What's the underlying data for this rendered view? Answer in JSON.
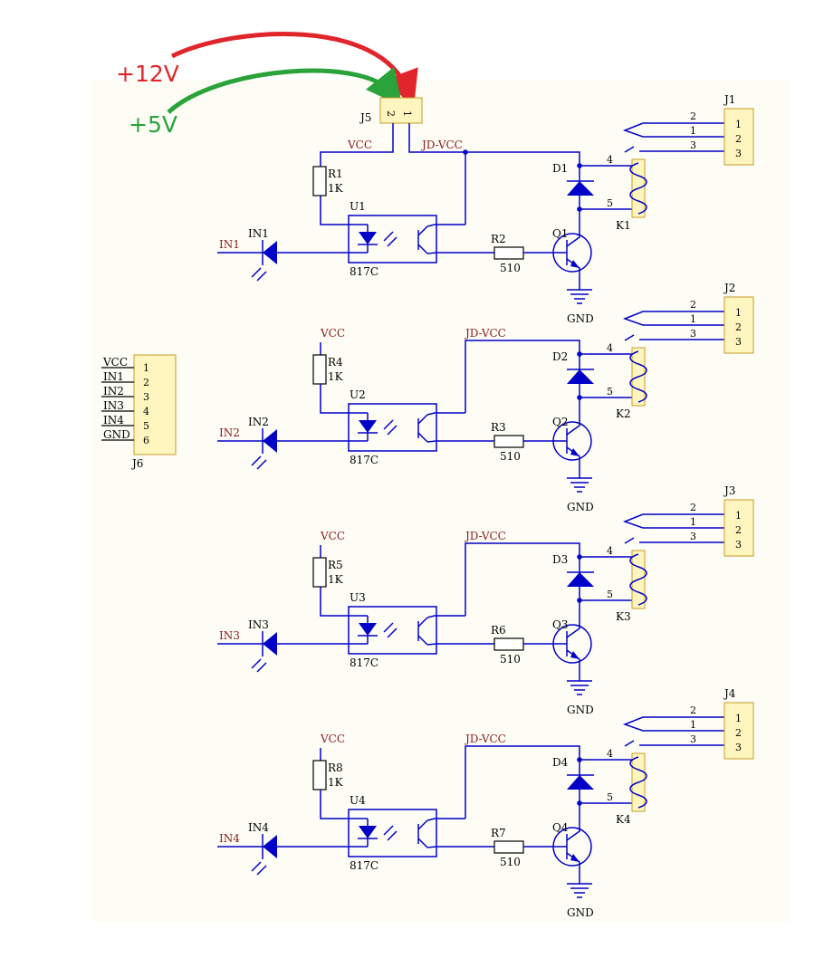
{
  "annotations": {
    "v12": {
      "text": "+12V",
      "color": "#e0262c"
    },
    "v5": {
      "text": "+5V",
      "color": "#2aa33a"
    }
  },
  "colors": {
    "wire": "#0000c8",
    "component_fill": "#fff6bf",
    "component_stroke": "#c79a24",
    "net_label": "#8b1a1a",
    "canvas": "#fdfdf6"
  },
  "supply": {
    "connector": "J5",
    "pin2": "2",
    "pin1": "1",
    "vcc_label": "VCC",
    "jdvcc_label": "JD-VCC"
  },
  "input_header": {
    "ref": "J6",
    "nets": [
      "VCC",
      "IN1",
      "IN2",
      "IN3",
      "IN4",
      "GND"
    ],
    "pins": [
      "1",
      "2",
      "3",
      "4",
      "5",
      "6"
    ]
  },
  "channels": [
    {
      "input": "IN1",
      "led": "IN1",
      "pullup": "R1",
      "pullup_value": "1K",
      "opto": "U1",
      "opto_part": "817C",
      "base_r": "R2",
      "base_value": "510",
      "transistor": "Q1",
      "diode": "D1",
      "relay": "K1",
      "connector": "J1",
      "vcc": "VCC",
      "jdvcc": "JD-VCC",
      "gnd": "GND",
      "coil_pins": [
        "4",
        "5"
      ],
      "contact_pins": [
        "2",
        "1",
        "3"
      ],
      "terminal_pins": [
        "1",
        "2",
        "3"
      ]
    },
    {
      "input": "IN2",
      "led": "IN2",
      "pullup": "R4",
      "pullup_value": "1K",
      "opto": "U2",
      "opto_part": "817C",
      "base_r": "R3",
      "base_value": "510",
      "transistor": "Q2",
      "diode": "D2",
      "relay": "K2",
      "connector": "J2",
      "vcc": "VCC",
      "jdvcc": "JD-VCC",
      "gnd": "GND",
      "coil_pins": [
        "4",
        "5"
      ],
      "contact_pins": [
        "2",
        "1",
        "3"
      ],
      "terminal_pins": [
        "1",
        "2",
        "3"
      ]
    },
    {
      "input": "IN3",
      "led": "IN3",
      "pullup": "R5",
      "pullup_value": "1K",
      "opto": "U3",
      "opto_part": "817C",
      "base_r": "R6",
      "base_value": "510",
      "transistor": "Q3",
      "diode": "D3",
      "relay": "K3",
      "connector": "J3",
      "vcc": "VCC",
      "jdvcc": "JD-VCC",
      "gnd": "GND",
      "coil_pins": [
        "4",
        "5"
      ],
      "contact_pins": [
        "2",
        "1",
        "3"
      ],
      "terminal_pins": [
        "1",
        "2",
        "3"
      ]
    },
    {
      "input": "IN4",
      "led": "IN4",
      "pullup": "R8",
      "pullup_value": "1K",
      "opto": "U4",
      "opto_part": "817C",
      "base_r": "R7",
      "base_value": "510",
      "transistor": "Q4",
      "diode": "D4",
      "relay": "K4",
      "connector": "J4",
      "vcc": "VCC",
      "jdvcc": "JD-VCC",
      "gnd": "GND",
      "coil_pins": [
        "4",
        "5"
      ],
      "contact_pins": [
        "2",
        "1",
        "3"
      ],
      "terminal_pins": [
        "1",
        "2",
        "3"
      ]
    }
  ]
}
